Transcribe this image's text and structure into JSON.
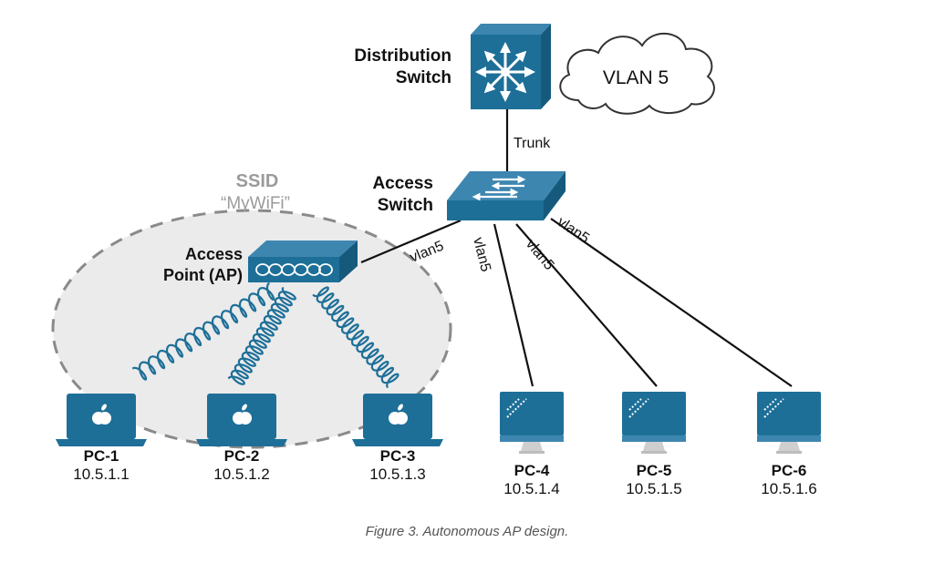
{
  "colors": {
    "device_blue": "#1d6f98",
    "device_light": "#5d9bbf",
    "device_top": "#3d86b0",
    "ssid_gray": "#9b9b9b",
    "line": "#111111",
    "text": "#111111",
    "caption_text": "#555555"
  },
  "distribution_switch": {
    "label_line1": "Distribution",
    "label_line2": "Switch",
    "icon": "layer3-switch-icon"
  },
  "vlan_cloud": {
    "label": "VLAN 5",
    "icon": "cloud-icon"
  },
  "trunk_link": {
    "label": "Trunk"
  },
  "access_switch": {
    "label_line1": "Access",
    "label_line2": "Switch",
    "icon": "access-switch-icon"
  },
  "ssid": {
    "label_line1": "SSID",
    "label_line2": "“MyWiFi”"
  },
  "access_point": {
    "label_line1": "Access",
    "label_line2": "Point (AP)",
    "icon": "access-point-icon"
  },
  "vlan_links": [
    "vlan5",
    "vlan5",
    "vlan5",
    "vlan5"
  ],
  "laptops": [
    {
      "name": "PC-1",
      "ip": "10.5.1.1",
      "icon": "apple-laptop-icon"
    },
    {
      "name": "PC-2",
      "ip": "10.5.1.2",
      "icon": "apple-laptop-icon"
    },
    {
      "name": "PC-3",
      "ip": "10.5.1.3",
      "icon": "apple-laptop-icon"
    }
  ],
  "desktops": [
    {
      "name": "PC-4",
      "ip": "10.5.1.4",
      "icon": "desktop-monitor-icon"
    },
    {
      "name": "PC-5",
      "ip": "10.5.1.5",
      "icon": "desktop-monitor-icon"
    },
    {
      "name": "PC-6",
      "ip": "10.5.1.6",
      "icon": "desktop-monitor-icon"
    }
  ],
  "caption": "Figure 3. Autonomous AP design."
}
